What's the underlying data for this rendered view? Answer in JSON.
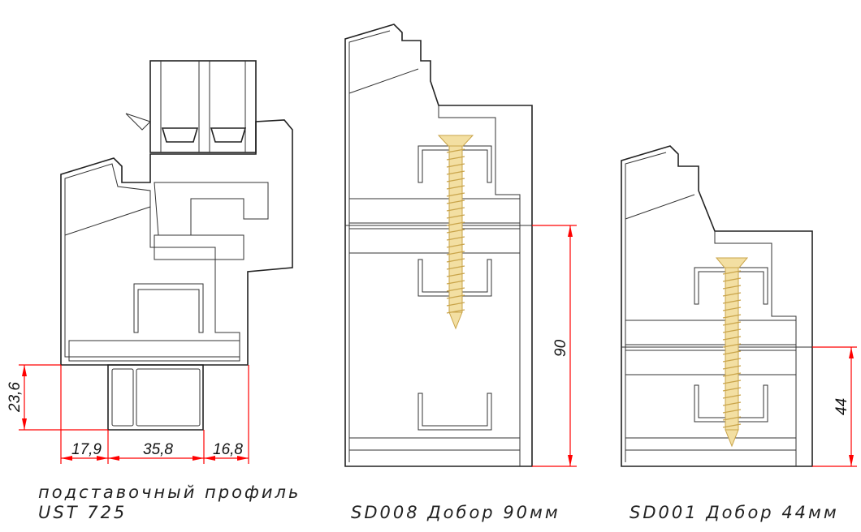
{
  "profiles": [
    {
      "caption_line1": "подставочный профиль",
      "caption_line2": "UST 725",
      "dimensions": {
        "height": "23,6",
        "left": "17,9",
        "middle": "35,8",
        "right": "16,8"
      }
    },
    {
      "caption": "SD008  Добор 90мм",
      "dimensions": {
        "height": "90"
      }
    },
    {
      "caption": "SD001  Добор 44мм",
      "dimensions": {
        "height": "44"
      }
    }
  ],
  "colors": {
    "dimension": "#ff0000",
    "screw": "#f3dfa2",
    "line": "#222222"
  }
}
